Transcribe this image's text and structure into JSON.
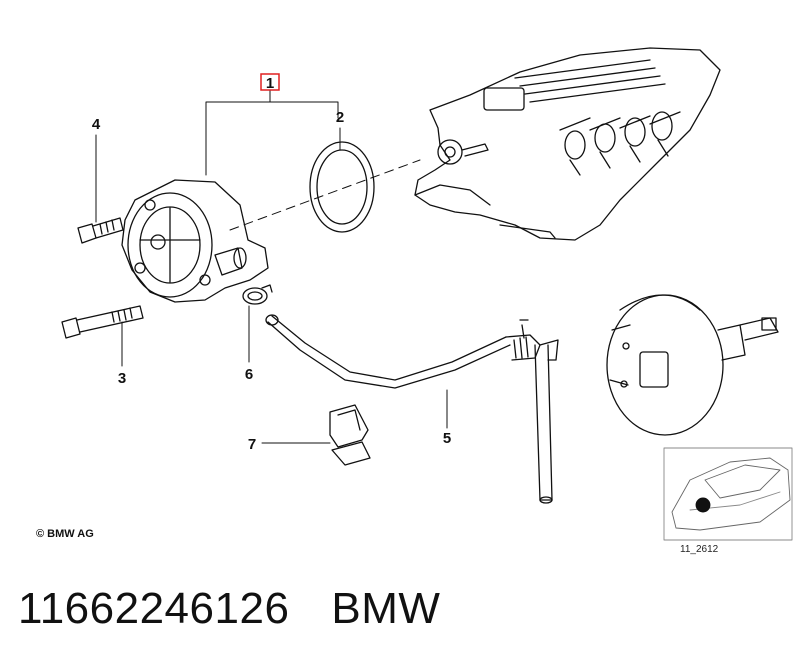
{
  "diagram": {
    "callouts": [
      {
        "id": "1",
        "label": "1",
        "highlighted": true,
        "highlight_color": "#e02020"
      },
      {
        "id": "2",
        "label": "2"
      },
      {
        "id": "3",
        "label": "3"
      },
      {
        "id": "4",
        "label": "4"
      },
      {
        "id": "5",
        "label": "5"
      },
      {
        "id": "6",
        "label": "6"
      },
      {
        "id": "7",
        "label": "7"
      }
    ],
    "copyright": "© BMW AG",
    "inset_code": "11_2612"
  },
  "footer": {
    "part_number": "11662246126",
    "brand": "BMW"
  }
}
